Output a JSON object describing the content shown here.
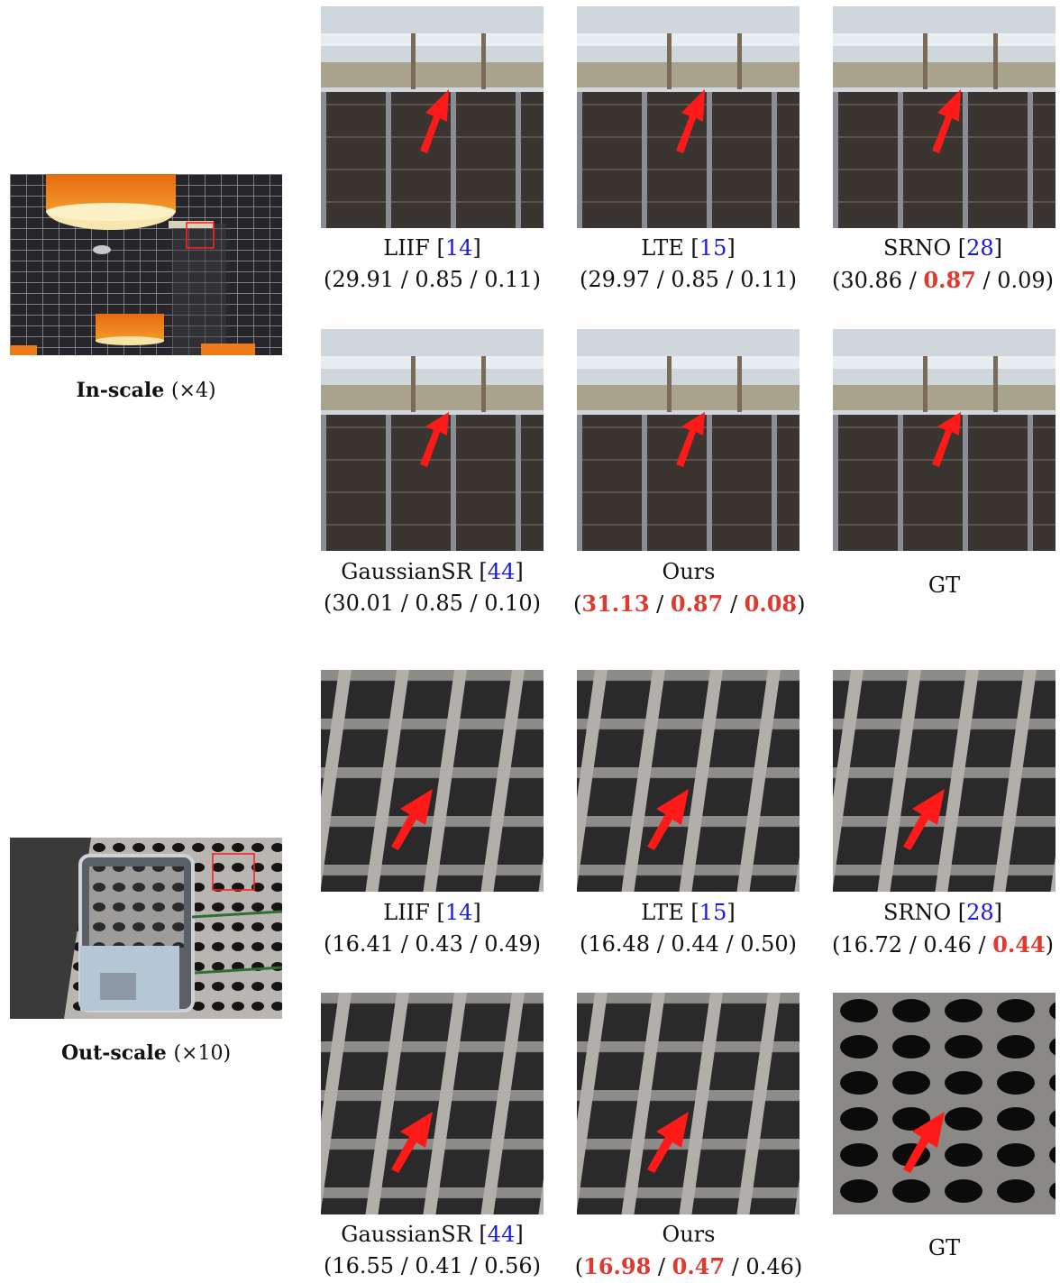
{
  "in_scale": {
    "label": "In-scale",
    "factor": "(×4)",
    "results": [
      {
        "method": "LIIF",
        "ref": "14",
        "metrics": [
          "29.91",
          "0.85",
          "0.11"
        ],
        "best": [
          false,
          false,
          false
        ]
      },
      {
        "method": "LTE",
        "ref": "15",
        "metrics": [
          "29.97",
          "0.85",
          "0.11"
        ],
        "best": [
          false,
          false,
          false
        ]
      },
      {
        "method": "SRNO",
        "ref": "28",
        "metrics": [
          "30.86",
          "0.87",
          "0.09"
        ],
        "best": [
          false,
          true,
          false
        ]
      },
      {
        "method": "GaussianSR",
        "ref": "44",
        "metrics": [
          "30.01",
          "0.85",
          "0.10"
        ],
        "best": [
          false,
          false,
          false
        ]
      },
      {
        "method": "Ours",
        "ref": "",
        "metrics": [
          "31.13",
          "0.87",
          "0.08"
        ],
        "best": [
          true,
          true,
          true
        ]
      },
      {
        "method": "GT",
        "ref": "",
        "metrics": [],
        "best": []
      }
    ]
  },
  "out_scale": {
    "label": "Out-scale",
    "factor": "(×10)",
    "results": [
      {
        "method": "LIIF",
        "ref": "14",
        "metrics": [
          "16.41",
          "0.43",
          "0.49"
        ],
        "best": [
          false,
          false,
          false
        ]
      },
      {
        "method": "LTE",
        "ref": "15",
        "metrics": [
          "16.48",
          "0.44",
          "0.50"
        ],
        "best": [
          false,
          false,
          false
        ]
      },
      {
        "method": "SRNO",
        "ref": "28",
        "metrics": [
          "16.72",
          "0.46",
          "0.44"
        ],
        "best": [
          false,
          false,
          true
        ]
      },
      {
        "method": "GaussianSR",
        "ref": "44",
        "metrics": [
          "16.55",
          "0.41",
          "0.56"
        ],
        "best": [
          false,
          false,
          false
        ]
      },
      {
        "method": "Ours",
        "ref": "",
        "metrics": [
          "16.98",
          "0.47",
          "0.46"
        ],
        "best": [
          true,
          true,
          false
        ]
      },
      {
        "method": "GT",
        "ref": "",
        "metrics": [],
        "best": []
      }
    ]
  },
  "colors": {
    "highlight": "#e03a2f",
    "citation": "#1a1adb",
    "arrow": "#ff1a1a"
  }
}
